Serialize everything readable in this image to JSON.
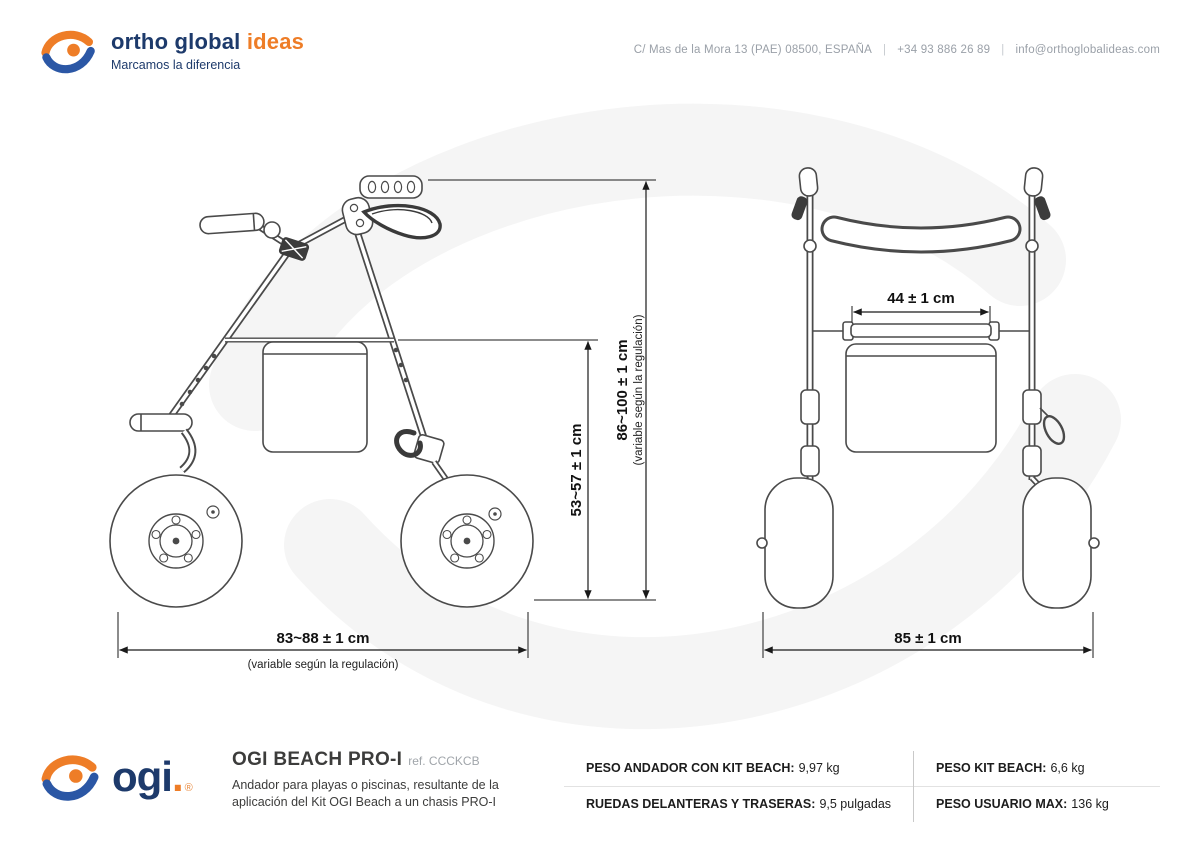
{
  "header": {
    "logo": {
      "name_primary": "ortho global",
      "name_accent": "ideas",
      "tagline": "Marcamos la diferencia"
    },
    "contact": {
      "address": "C/ Mas de la Mora 13 (PAE) 08500, ESPAÑA",
      "separator": "|",
      "phone": "+34 93 886 26 89",
      "email": "info@orthoglobalideas.com"
    }
  },
  "drawing": {
    "side_view": {
      "width_dim": "83~88 ± 1 cm",
      "width_note": "(variable según la regulación)",
      "seat_height_dim": "53~57 ± 1 cm",
      "total_height_dim": "86~100 ± 1 cm",
      "total_height_note": "(variable según la regulación)"
    },
    "front_view": {
      "seat_width_dim": "44 ± 1 cm",
      "total_width_dim": "85 ± 1 cm"
    }
  },
  "footer": {
    "brand": "ogi",
    "brand_suffix": ".",
    "reg": "®",
    "product_title": "OGI BEACH PRO-I",
    "product_ref": "ref. CCCKCB",
    "description": "Andador para playas o piscinas, resultante de la aplicación del Kit OGI Beach a un chasis PRO-I",
    "specs": [
      {
        "label": "PESO ANDADOR CON KIT BEACH:",
        "value": "9,97 kg"
      },
      {
        "label": "PESO KIT BEACH:",
        "value": "6,6 kg"
      },
      {
        "label": "RUEDAS DELANTERAS Y TRASERAS:",
        "value": "9,5 pulgadas"
      },
      {
        "label": "PESO USUARIO MAX:",
        "value": "136 kg"
      }
    ]
  }
}
